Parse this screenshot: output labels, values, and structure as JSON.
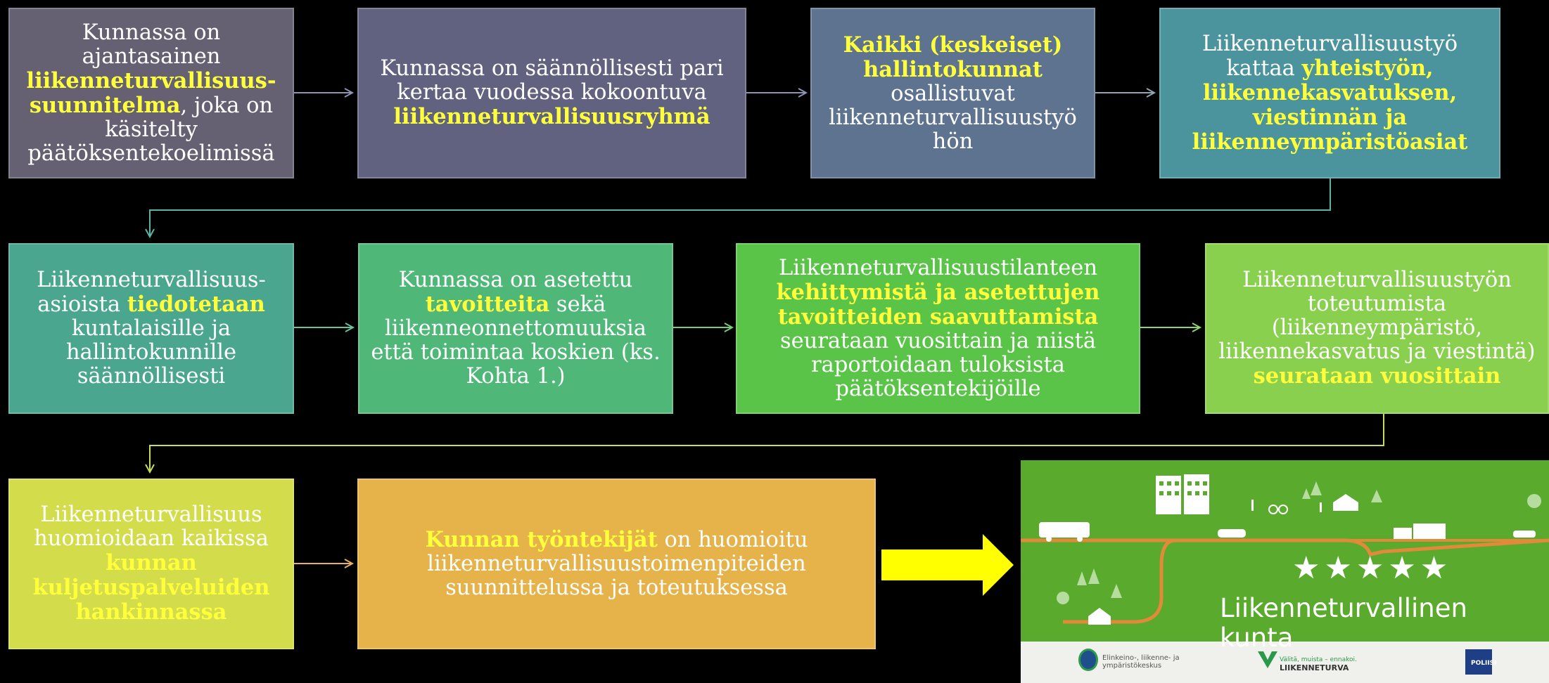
{
  "rows": [
    [
      {
        "id": "box-1",
        "parts": [
          {
            "t": "Kunnassa on ajantasainen "
          },
          {
            "t": "liikenneturvallisuus-suunnitelma",
            "hl": true
          },
          {
            "t": ", joka on käsitelty päätöksentekoelimissä"
          }
        ]
      },
      {
        "id": "box-2",
        "parts": [
          {
            "t": "Kunnassa on säännöllisesti pari kertaa vuodessa kokoontuva "
          },
          {
            "t": "liikenneturvallisuusryhmä",
            "hl": true
          }
        ]
      },
      {
        "id": "box-3",
        "parts": [
          {
            "t": "Kaikki (keskeiset) hallintokunnat",
            "hl": true
          },
          {
            "t": " osallistuvat liikenneturvallisuustyö hön"
          }
        ]
      },
      {
        "id": "box-4",
        "parts": [
          {
            "t": "Liikenneturvallisuustyö kattaa "
          },
          {
            "t": "yhteistyön, liikennekasvatuksen, viestinnän ja liikenneympäristöasiat",
            "hl": true
          }
        ]
      }
    ],
    [
      {
        "id": "box-5",
        "parts": [
          {
            "t": "Liikenneturvallisuus-asioista "
          },
          {
            "t": "tiedotetaan",
            "hl": true
          },
          {
            "t": " kuntalaisille ja hallintokunnille säännöllisesti"
          }
        ]
      },
      {
        "id": "box-6",
        "parts": [
          {
            "t": "Kunnassa on asetettu "
          },
          {
            "t": "tavoitteita",
            "hl": true
          },
          {
            "t": " sekä liikenneonnettomuuksia että toimintaa koskien (ks. Kohta 1.)"
          }
        ]
      },
      {
        "id": "box-7",
        "parts": [
          {
            "t": "Liikenneturvallisuustilanteen "
          },
          {
            "t": "kehittymistä ja asetettujen tavoitteiden saavuttamista",
            "hl": true
          },
          {
            "t": " seurataan vuosittain ja niistä raportoidaan tuloksista päätöksentekijöille"
          }
        ]
      },
      {
        "id": "box-8",
        "parts": [
          {
            "t": "Liikenneturvallisuustyön toteutumista (liikenneympäristö, liikennekasvatus ja viestintä) "
          },
          {
            "t": "seurataan vuosittain",
            "hl": true
          }
        ]
      }
    ],
    [
      {
        "id": "box-9",
        "parts": [
          {
            "t": "Liikenneturvallisuus huomioidaan kaikissa "
          },
          {
            "t": "kunnan kuljetuspalveluiden hankinnassa",
            "hl": true
          }
        ]
      },
      {
        "id": "box-10",
        "parts": [
          {
            "t": "Kunnan työntekijät",
            "hl": true
          },
          {
            "t": " on huomioitu liikenneturvallisuustoimenpiteiden suunnittelussa ja toteutuksessa"
          }
        ]
      }
    ]
  ],
  "badge": {
    "stars": "★★★★★",
    "title": "Liikenneturvallinen kunta",
    "logos": {
      "ely_line1": "Elinkeino-, liikenne- ja",
      "ely_line2": "ympäristökeskus",
      "lt_tagline": "Välitä, muista – ennakoi.",
      "lt_name": "LIIKENNETURVA",
      "police": "POLIISI"
    }
  },
  "colors": {
    "box1": "#656072",
    "box2": "#61627f",
    "box3": "#5d7390",
    "box4": "#4b949d",
    "box5": "#4aa68e",
    "box6": "#4fb777",
    "box7": "#5ac448",
    "box8": "#89d04e",
    "box9": "#d3dc4a",
    "box10": "#e6b24a",
    "badge": "#5aaa2d",
    "highlight": "#ffff3c"
  }
}
